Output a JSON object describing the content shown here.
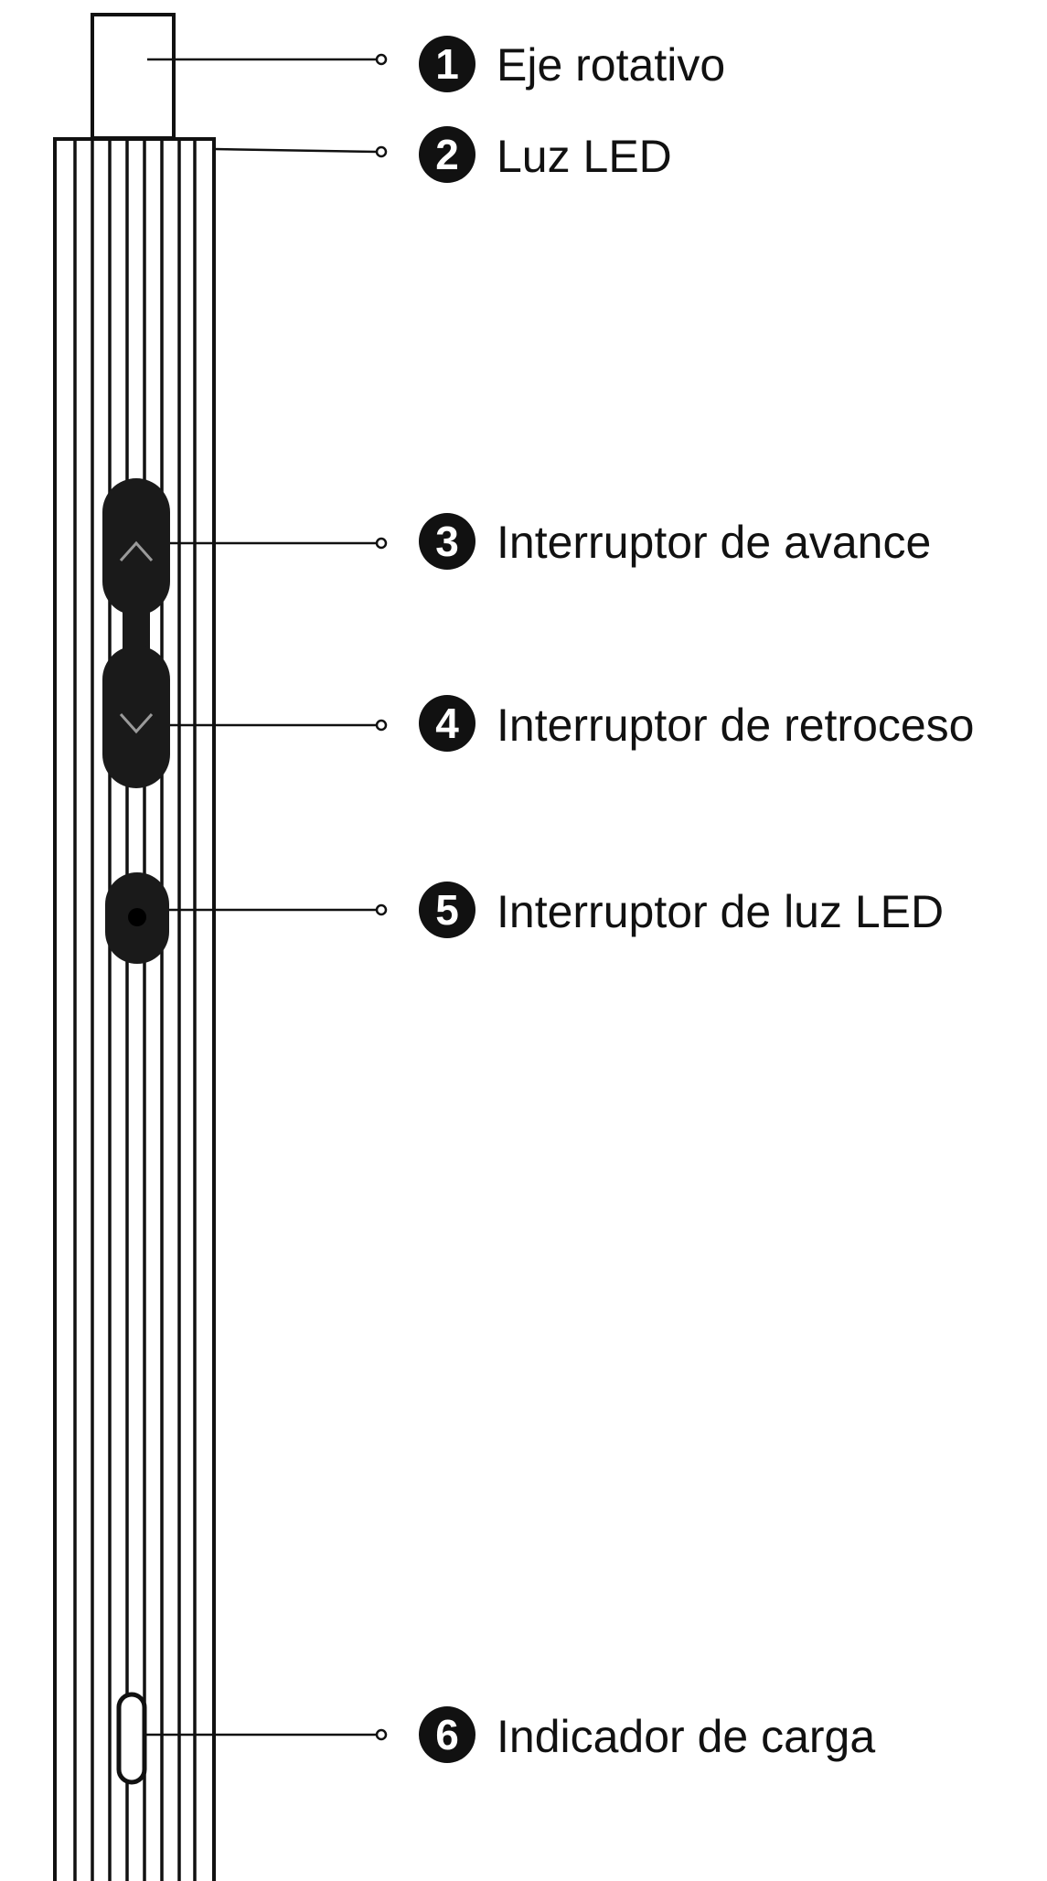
{
  "diagram": {
    "callouts": [
      {
        "number": "1",
        "label": "Eje rotativo"
      },
      {
        "number": "2",
        "label": "Luz LED"
      },
      {
        "number": "3",
        "label": "Interruptor de avance"
      },
      {
        "number": "4",
        "label": "Interruptor de retroceso"
      },
      {
        "number": "5",
        "label": "Interruptor de luz LED"
      },
      {
        "number": "6",
        "label": "Indicador de carga"
      }
    ],
    "icons": {
      "forward": "chevron-up-icon",
      "backward": "chevron-down-icon",
      "led": "dot-icon"
    },
    "colors": {
      "ink": "#111111",
      "paper": "#ffffff",
      "button": "#1a1a1a"
    }
  }
}
